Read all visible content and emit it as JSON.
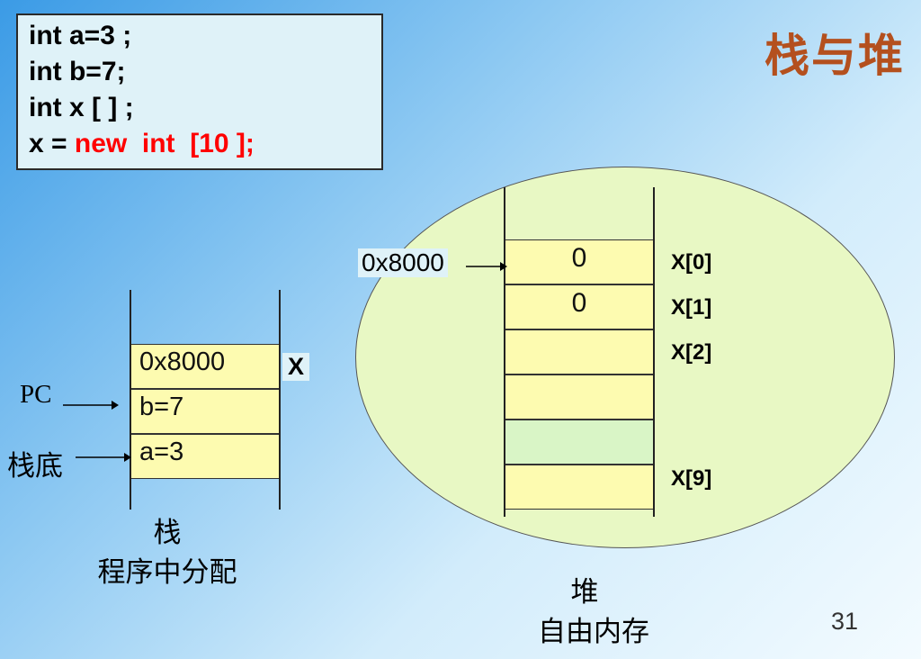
{
  "title": "栈与堆",
  "code": {
    "line1": "int a=3 ;",
    "line2": "int b=7;",
    "line3": "int x [ ] ;",
    "line4_prefix": "x = ",
    "line4_red": "new  int  [10 ];"
  },
  "stack": {
    "cells": [
      "0x8000",
      "b=7",
      "a=3"
    ],
    "var_label": "X",
    "pc_label": "PC",
    "bottom_label": "栈底",
    "caption_line1": "栈",
    "caption_line2": "程序中分配"
  },
  "heap": {
    "address_label": "0x8000",
    "cells": [
      "0",
      "0",
      "",
      "",
      "",
      ""
    ],
    "indices": [
      "X[0]",
      "X[1]",
      "X[2]",
      "X[9]"
    ],
    "caption_line1": "堆",
    "caption_line2": "自由内存"
  },
  "page_number": "31"
}
